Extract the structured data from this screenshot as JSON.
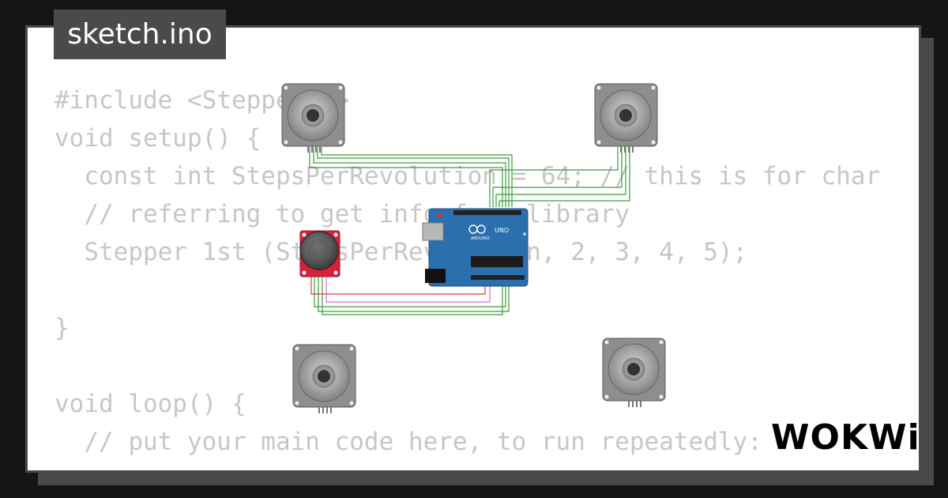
{
  "tab": {
    "filename": "sketch.ino"
  },
  "code_lines": [
    "#include <Stepper.h>",
    "void setup() {",
    "  const int StepsPerRevolution = 64; // this is for char",
    "  // referring to get info from library",
    "  Stepper 1st (StepsPerRevolution, 2, 3, 4, 5);",
    "",
    "}",
    "",
    "void loop() {",
    "  // put your main code here, to run repeatedly:"
  ],
  "board": {
    "model": "UNO",
    "brand": "ARDUINO"
  },
  "logo": {
    "text": "WOKWi"
  },
  "colors": {
    "wire_green": "#3a9b3a",
    "wire_red": "#e23b3b",
    "wire_pink": "#e06ae0",
    "board_blue": "#2a6fae",
    "joystick_red": "#d8203a"
  }
}
